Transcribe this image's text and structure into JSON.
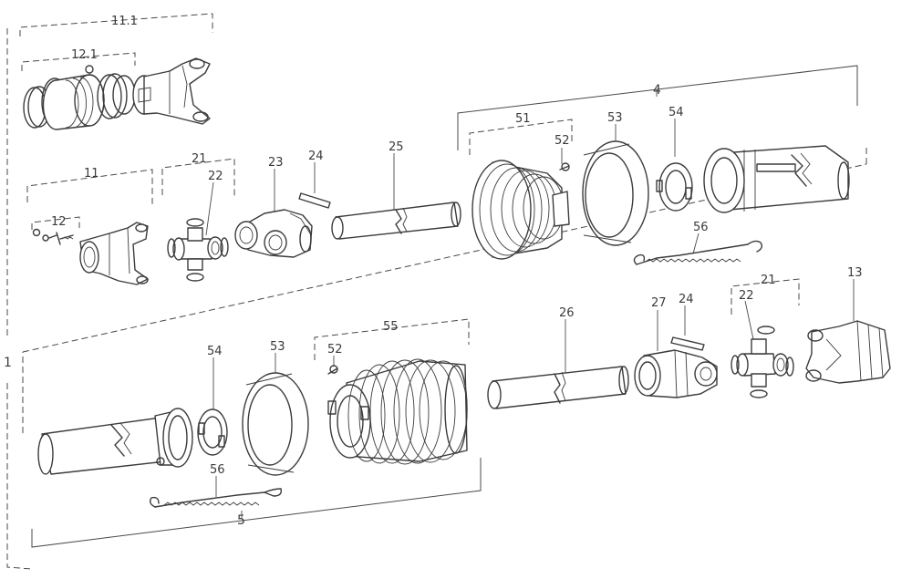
{
  "labels": {
    "l11_1": "11.1",
    "l12_1": "12.1",
    "l11": "11",
    "l12": "12",
    "l21a": "21",
    "l22a": "22",
    "l23": "23",
    "l24a": "24",
    "l25": "25",
    "l4": "4",
    "l51": "51",
    "l52a": "52",
    "l53a": "53",
    "l54a": "54",
    "l56a": "56",
    "l1": "1",
    "l5": "5",
    "l54b": "54",
    "l53b": "53",
    "l52b": "52",
    "l55": "55",
    "l56b": "56",
    "l26": "26",
    "l27": "27",
    "l24b": "24",
    "l21b": "21",
    "l22b": "22",
    "l13": "13"
  },
  "colors": {
    "line": "#3c3c3c",
    "background": "#ffffff"
  }
}
